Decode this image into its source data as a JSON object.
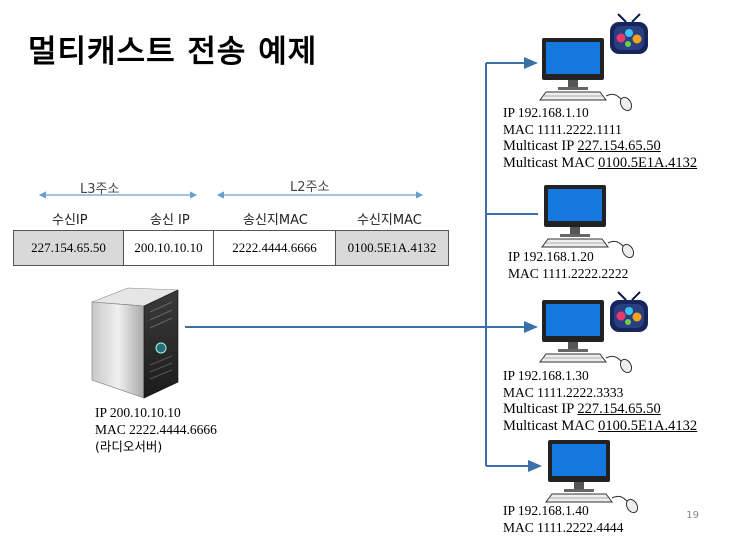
{
  "title": "멀티캐스트 전송 예제",
  "page_number": "19",
  "packet": {
    "l3_label": "L3주소",
    "l2_label": "L2주소",
    "headers": [
      "수신IP",
      "송신 IP",
      "송신지MAC",
      "수신지MAC"
    ],
    "cells": [
      "227.154.65.50",
      "200.10.10.10",
      "2222.4444.6666",
      "0100.5E1A.4132"
    ]
  },
  "server": {
    "ip": "IP 200.10.10.10",
    "mac": "MAC 2222.4444.6666",
    "role": "(라디오서버)"
  },
  "hosts": [
    {
      "ip": "IP 192.168.1.10",
      "mac": "MAC 1111.2222.1111",
      "mcast_ip_label": "Multicast IP ",
      "mcast_ip": "227.154.65.50",
      "mcast_mac_label": "Multicast MAC ",
      "mcast_mac": "0100.5E1A.4132",
      "has_tv": true
    },
    {
      "ip": "IP 192.168.1.20",
      "mac": "MAC 1111.2222.2222",
      "has_tv": false
    },
    {
      "ip": "IP 192.168.1.30",
      "mac": "MAC 1111.2222.3333",
      "mcast_ip_label": "Multicast IP ",
      "mcast_ip": "227.154.65.50",
      "mcast_mac_label": "Multicast MAC ",
      "mcast_mac": "0100.5E1A.4132",
      "has_tv": true
    },
    {
      "ip": "IP 192.168.1.40",
      "mac": "MAC 1111.2222.4444",
      "has_tv": false
    }
  ],
  "colors": {
    "link_line": "#3a6fa8",
    "dimension_arrow": "#6aa0d0",
    "screen_blue": "#1478e0",
    "packet_shade": "#d9d9d9"
  }
}
